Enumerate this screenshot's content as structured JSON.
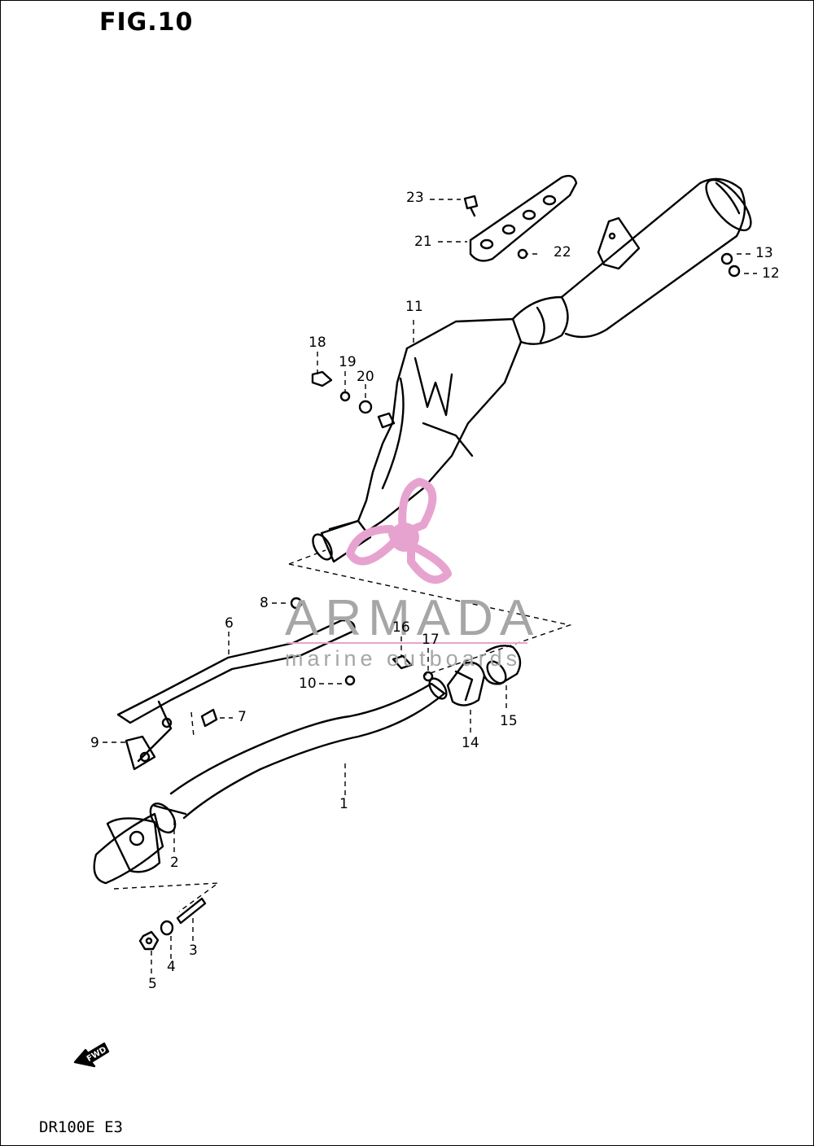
{
  "figure_title": "FIG.10",
  "model_code": "DR100E E3",
  "fwd_marker": "FWD",
  "watermark": {
    "word": "ARMADA",
    "subtitle": "marine outboards",
    "accent_color": "#e7a3cf"
  },
  "callouts": [
    "1",
    "2",
    "3",
    "4",
    "5",
    "6",
    "7",
    "8",
    "9",
    "10",
    "11",
    "12",
    "13",
    "14",
    "15",
    "16",
    "17",
    "18",
    "19",
    "20",
    "21",
    "22",
    "23"
  ]
}
